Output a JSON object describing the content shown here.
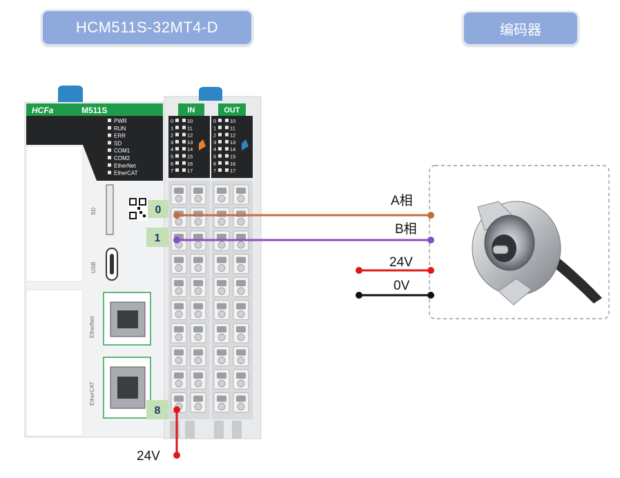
{
  "titles": {
    "controller": "HCM511S-32MT4-D",
    "encoder": "编码器"
  },
  "plc": {
    "brand": "HCFa",
    "model": "M511S",
    "leds": [
      "PWR",
      "RUN",
      "ERR",
      "SD",
      "COM1",
      "COM2",
      "EtherNet",
      "EtherCAT"
    ],
    "ports": {
      "sd": "SD",
      "usb": "USB",
      "ethernet": "EtherNet",
      "ethercat": "EtherCAT"
    },
    "module_in": "IN",
    "module_out": "OUT",
    "io_left": [
      "0",
      "1",
      "2",
      "3",
      "4",
      "5",
      "6",
      "7"
    ],
    "io_right": [
      "10",
      "11",
      "12",
      "13",
      "14",
      "15",
      "16",
      "17"
    ]
  },
  "terminals": {
    "t0": "0",
    "t1": "1",
    "t8": "8"
  },
  "wires": {
    "a_phase": {
      "label": "A相",
      "color": "#c0703a"
    },
    "b_phase": {
      "label": "B相",
      "color": "#8a4fbf"
    },
    "v24": {
      "label": "24V",
      "color": "#e01818"
    },
    "v0": {
      "label": "0V",
      "color": "#111111"
    },
    "bottom_24v": {
      "label": "24V",
      "color": "#e01818"
    }
  }
}
